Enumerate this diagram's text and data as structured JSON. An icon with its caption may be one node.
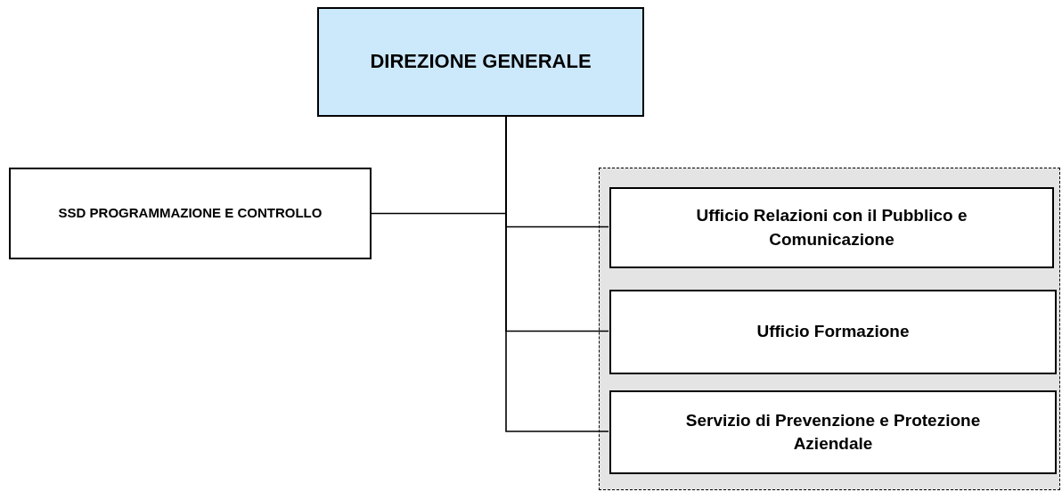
{
  "diagram": {
    "nodes": [
      {
        "text": [
          "DIREZIONE GENERALE"
        ]
      },
      {
        "text": [
          "SSD PROGRAMMAZIONE E CONTROLLO"
        ]
      },
      {
        "text": [],
        "shape": "box"
      },
      {
        "text": [
          "Ufficio Relazioni con il Pubblico e Comunicazione"
        ],
        "in": 2
      },
      {
        "text": [
          "Ufficio Formazione"
        ],
        "in": 2
      },
      {
        "text": [
          "Servizio di Prevenzione e Protezione Aziendale"
        ],
        "in": 2
      }
    ],
    "edges": [
      {
        "from": 0,
        "to": 1,
        "arrow": "none"
      },
      {
        "from": 0,
        "to": 3,
        "arrow": "none"
      },
      {
        "from": 0,
        "to": 4,
        "arrow": "none"
      },
      {
        "from": 0,
        "to": 5,
        "arrow": "none"
      }
    ]
  }
}
